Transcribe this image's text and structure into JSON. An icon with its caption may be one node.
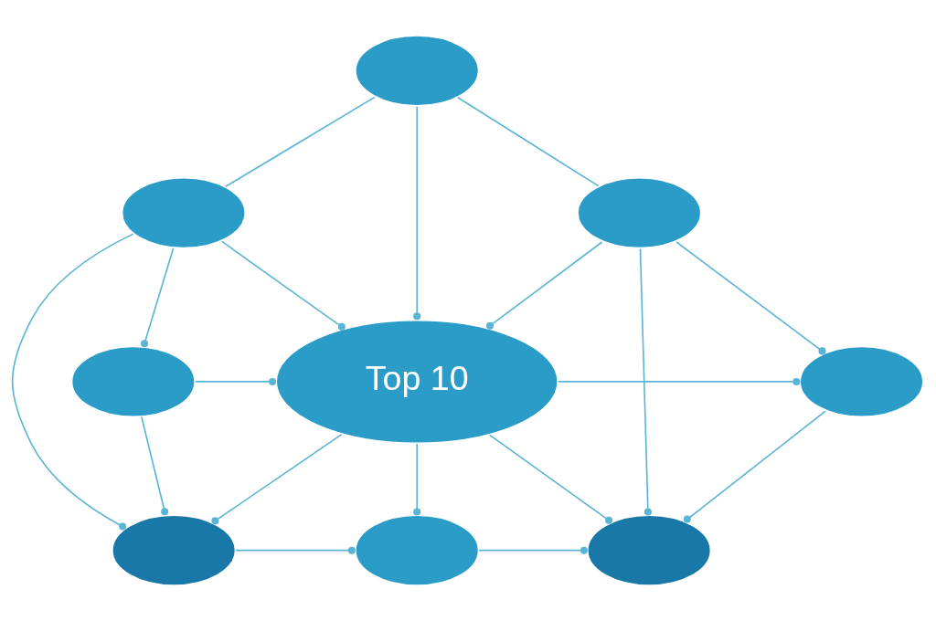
{
  "diagram": {
    "nodes": [
      {
        "text": [],
        "shape": "cloud"
      },
      {
        "text": [],
        "shape": "cloud"
      },
      {
        "text": [],
        "shape": "cloud"
      },
      {
        "text": [
          "Top 10"
        ]
      },
      {
        "text": [],
        "shape": "cloud"
      },
      {
        "text": [],
        "shape": "cloud"
      },
      {
        "text": [],
        "shape": "cloud"
      },
      {
        "text": [],
        "shape": "cloud"
      },
      {
        "text": [],
        "shape": "cloud"
      }
    ],
    "edges": [
      {
        "from": 0,
        "to": 1,
        "arrow": "none"
      },
      {
        "from": 0,
        "to": 3,
        "arrow": "other"
      },
      {
        "from": 0,
        "to": 2,
        "arrow": "none"
      },
      {
        "from": 1,
        "to": 3,
        "arrow": "other"
      },
      {
        "from": 2,
        "to": 3,
        "arrow": "other"
      },
      {
        "from": 1,
        "to": 4,
        "arrow": "other"
      },
      {
        "from": 2,
        "to": 5,
        "arrow": "other"
      },
      {
        "from": 4,
        "to": 3,
        "arrow": "other"
      },
      {
        "from": 3,
        "to": 5,
        "arrow": "other"
      },
      {
        "from": 1,
        "to": 6,
        "arrow": "other"
      },
      {
        "from": 2,
        "to": 8,
        "arrow": "other"
      },
      {
        "from": 4,
        "to": 6,
        "arrow": "other"
      },
      {
        "from": 3,
        "to": 6,
        "arrow": "other"
      },
      {
        "from": 3,
        "to": 7,
        "arrow": "other"
      },
      {
        "from": 3,
        "to": 8,
        "arrow": "other"
      },
      {
        "from": 5,
        "to": 8,
        "arrow": "other"
      },
      {
        "from": 6,
        "to": 7,
        "arrow": "other"
      },
      {
        "from": 7,
        "to": 8,
        "arrow": "other"
      }
    ]
  }
}
